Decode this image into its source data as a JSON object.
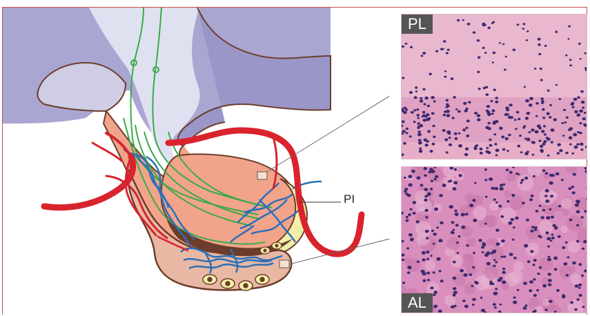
{
  "panels": {
    "posterior": {
      "label": "PL"
    },
    "anterior": {
      "label": "AL"
    }
  },
  "callouts": {
    "intermediate": "PI"
  },
  "colors": {
    "hypothalamus": "#aaa6d2",
    "third_ventricle": "#dfe1f0",
    "posterior_lobe": "#f2a48b",
    "anterior_lobe": "#e8b8a4",
    "intermediate_lobe": "#f2f0a8",
    "arteries": "#d9232d",
    "portal_vessels": "#2a6fb8",
    "nerve_fibers": "#3aaa46",
    "outline": "#6b3d2a",
    "frame": "#c0504d",
    "pl_stain": "#e9b8cf",
    "al_stain": "#d98fbd",
    "nuclei": "#3d2a6e"
  }
}
